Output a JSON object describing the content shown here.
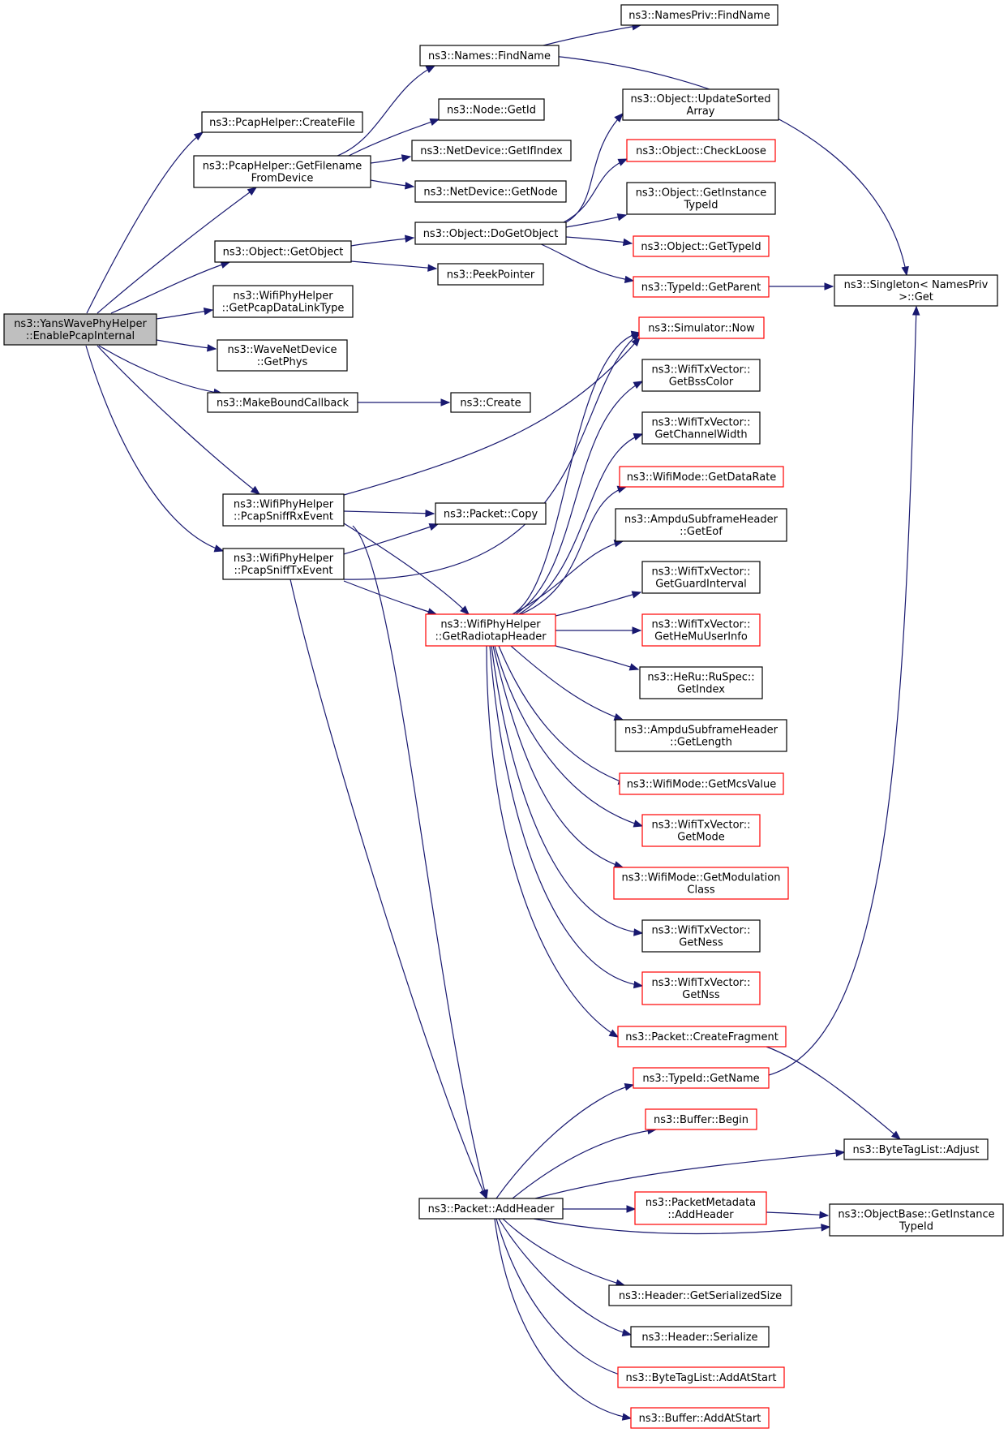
{
  "graph": {
    "type": "call-graph",
    "colors": {
      "edge": "#191970",
      "truncated_border": "#ff0000",
      "root_fill": "#bfbfbf",
      "node_border": "#000000"
    },
    "nodes": [
      {
        "id": "root",
        "lines": [
          "ns3::YansWavePhyHelper",
          "::EnablePcapInternal"
        ],
        "style": "root"
      },
      {
        "id": "create_file",
        "lines": [
          "ns3::PcapHelper::CreateFile"
        ],
        "style": "normal"
      },
      {
        "id": "get_filename",
        "lines": [
          "ns3::PcapHelper::GetFilename",
          "FromDevice"
        ],
        "style": "normal"
      },
      {
        "id": "get_object",
        "lines": [
          "ns3::Object::GetObject"
        ],
        "style": "normal"
      },
      {
        "id": "get_pcap_dlt",
        "lines": [
          "ns3::WifiPhyHelper",
          "::GetPcapDataLinkType"
        ],
        "style": "normal"
      },
      {
        "id": "get_phys",
        "lines": [
          "ns3::WaveNetDevice",
          "::GetPhys"
        ],
        "style": "normal"
      },
      {
        "id": "make_bound",
        "lines": [
          "ns3::MakeBoundCallback"
        ],
        "style": "normal"
      },
      {
        "id": "sniff_rx",
        "lines": [
          "ns3::WifiPhyHelper",
          "::PcapSniffRxEvent"
        ],
        "style": "normal"
      },
      {
        "id": "sniff_tx",
        "lines": [
          "ns3::WifiPhyHelper",
          "::PcapSniffTxEvent"
        ],
        "style": "normal"
      },
      {
        "id": "names_find",
        "lines": [
          "ns3::Names::FindName"
        ],
        "style": "normal"
      },
      {
        "id": "names_priv_find",
        "lines": [
          "ns3::NamesPriv::FindName"
        ],
        "style": "normal"
      },
      {
        "id": "node_getid",
        "lines": [
          "ns3::Node::GetId"
        ],
        "style": "normal"
      },
      {
        "id": "nd_getifindex",
        "lines": [
          "ns3::NetDevice::GetIfIndex"
        ],
        "style": "normal"
      },
      {
        "id": "nd_getnode",
        "lines": [
          "ns3::NetDevice::GetNode"
        ],
        "style": "normal"
      },
      {
        "id": "do_get_object",
        "lines": [
          "ns3::Object::DoGetObject"
        ],
        "style": "normal"
      },
      {
        "id": "peek_pointer",
        "lines": [
          "ns3::PeekPointer"
        ],
        "style": "normal"
      },
      {
        "id": "create",
        "lines": [
          "ns3::Create"
        ],
        "style": "normal"
      },
      {
        "id": "packet_copy",
        "lines": [
          "ns3::Packet::Copy"
        ],
        "style": "normal"
      },
      {
        "id": "radiotap",
        "lines": [
          "ns3::WifiPhyHelper",
          "::GetRadiotapHeader"
        ],
        "style": "red"
      },
      {
        "id": "add_header",
        "lines": [
          "ns3::Packet::AddHeader"
        ],
        "style": "normal"
      },
      {
        "id": "update_sorted",
        "lines": [
          "ns3::Object::UpdateSorted",
          "Array"
        ],
        "style": "normal"
      },
      {
        "id": "check_loose",
        "lines": [
          "ns3::Object::CheckLoose"
        ],
        "style": "red"
      },
      {
        "id": "get_instance_typeid",
        "lines": [
          "ns3::Object::GetInstance",
          "TypeId"
        ],
        "style": "normal"
      },
      {
        "id": "get_typeid",
        "lines": [
          "ns3::Object::GetTypeId"
        ],
        "style": "red"
      },
      {
        "id": "typeid_get_parent",
        "lines": [
          "ns3::TypeId::GetParent"
        ],
        "style": "red"
      },
      {
        "id": "singleton_get",
        "lines": [
          "ns3::Singleton< NamesPriv",
          " >::Get"
        ],
        "style": "normal"
      },
      {
        "id": "sim_now",
        "lines": [
          "ns3::Simulator::Now"
        ],
        "style": "red"
      },
      {
        "id": "get_bss_color",
        "lines": [
          "ns3::WifiTxVector::",
          "GetBssColor"
        ],
        "style": "normal"
      },
      {
        "id": "get_channel_width",
        "lines": [
          "ns3::WifiTxVector::",
          "GetChannelWidth"
        ],
        "style": "normal"
      },
      {
        "id": "get_data_rate",
        "lines": [
          "ns3::WifiMode::GetDataRate"
        ],
        "style": "red"
      },
      {
        "id": "get_eof",
        "lines": [
          "ns3::AmpduSubframeHeader",
          "::GetEof"
        ],
        "style": "normal"
      },
      {
        "id": "get_guard",
        "lines": [
          "ns3::WifiTxVector::",
          "GetGuardInterval"
        ],
        "style": "normal"
      },
      {
        "id": "get_hemu",
        "lines": [
          "ns3::WifiTxVector::",
          "GetHeMuUserInfo"
        ],
        "style": "red"
      },
      {
        "id": "heru_getindex",
        "lines": [
          "ns3::HeRu::RuSpec::",
          "GetIndex"
        ],
        "style": "normal"
      },
      {
        "id": "ampdu_getlength",
        "lines": [
          "ns3::AmpduSubframeHeader",
          "::GetLength"
        ],
        "style": "normal"
      },
      {
        "id": "get_mcs",
        "lines": [
          "ns3::WifiMode::GetMcsValue"
        ],
        "style": "red"
      },
      {
        "id": "get_mode",
        "lines": [
          "ns3::WifiTxVector::",
          "GetMode"
        ],
        "style": "red"
      },
      {
        "id": "get_mod_class",
        "lines": [
          "ns3::WifiMode::GetModulation",
          "Class"
        ],
        "style": "red"
      },
      {
        "id": "get_ness",
        "lines": [
          "ns3::WifiTxVector::",
          "GetNess"
        ],
        "style": "normal"
      },
      {
        "id": "get_nss",
        "lines": [
          "ns3::WifiTxVector::",
          "GetNss"
        ],
        "style": "red"
      },
      {
        "id": "create_fragment",
        "lines": [
          "ns3::Packet::CreateFragment"
        ],
        "style": "red"
      },
      {
        "id": "typeid_get_name",
        "lines": [
          "ns3::TypeId::GetName"
        ],
        "style": "red"
      },
      {
        "id": "buffer_begin",
        "lines": [
          "ns3::Buffer::Begin"
        ],
        "style": "red"
      },
      {
        "id": "btl_adjust",
        "lines": [
          "ns3::ByteTagList::Adjust"
        ],
        "style": "normal"
      },
      {
        "id": "pm_add_header",
        "lines": [
          "ns3::PacketMetadata",
          "::AddHeader"
        ],
        "style": "red"
      },
      {
        "id": "ob_get_instance",
        "lines": [
          "ns3::ObjectBase::GetInstance",
          "TypeId"
        ],
        "style": "normal"
      },
      {
        "id": "hdr_ser_size",
        "lines": [
          "ns3::Header::GetSerializedSize"
        ],
        "style": "normal"
      },
      {
        "id": "hdr_serialize",
        "lines": [
          "ns3::Header::Serialize"
        ],
        "style": "normal"
      },
      {
        "id": "btl_add_at_start",
        "lines": [
          "ns3::ByteTagList::AddAtStart"
        ],
        "style": "red"
      },
      {
        "id": "buffer_add_at_start",
        "lines": [
          "ns3::Buffer::AddAtStart"
        ],
        "style": "red"
      }
    ]
  }
}
